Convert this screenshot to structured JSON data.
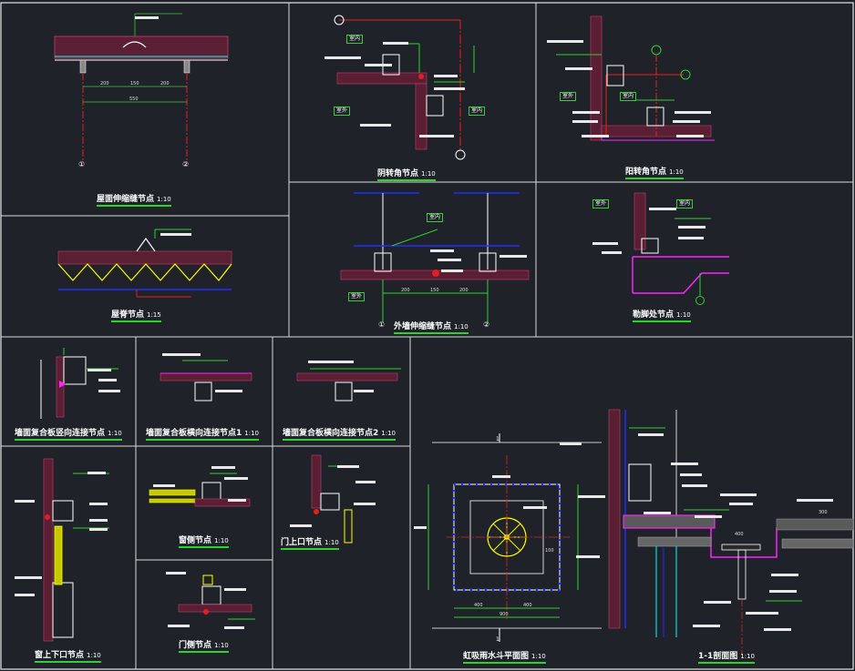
{
  "colors": {
    "background": "#1f2329",
    "frame": "#e6e6e6",
    "panel": "#d8d8d8",
    "leader": "#2fd12f",
    "axis": "#e02020",
    "steel": "#1e2cff",
    "insulation": "#8b2a4a",
    "magenta": "#ff22ff",
    "yellow": "#ffff00",
    "cyan": "#00ffff",
    "white": "#ffffff"
  },
  "titles": {
    "roof_expansion": "屋面伸缩缝节点",
    "inner_corner": "阴转角节点",
    "outer_corner": "阳转角节点",
    "ridge": "屋脊节点",
    "wall_expansion": "外墙伸缩缝节点",
    "wall_base": "勒脚处节点",
    "horizontal_joint": "墙面复合板竖向连接节点",
    "vertical_joint_1": "墙面复合板横向连接节点1",
    "vertical_joint_2": "墙面复合板横向连接节点2",
    "window_head_sill": "窗上下口节点",
    "window_side": "窗侧节点",
    "door_head": "门上口节点",
    "door_side": "门侧节点",
    "gutter_plan": "虹吸雨水斗平面图",
    "section_1_1": "1-1剖面图"
  },
  "scales": {
    "s10": "1:10",
    "s15": "1:15"
  },
  "tags": {
    "indoor": "室内",
    "outdoor": "室外"
  },
  "dims": {
    "d200": "200",
    "d150": "150",
    "d550": "550",
    "d400": "400",
    "d900": "900",
    "d100": "100",
    "d300": "300"
  },
  "axes": {
    "a1": "①",
    "a2": "②",
    "section": "1"
  }
}
